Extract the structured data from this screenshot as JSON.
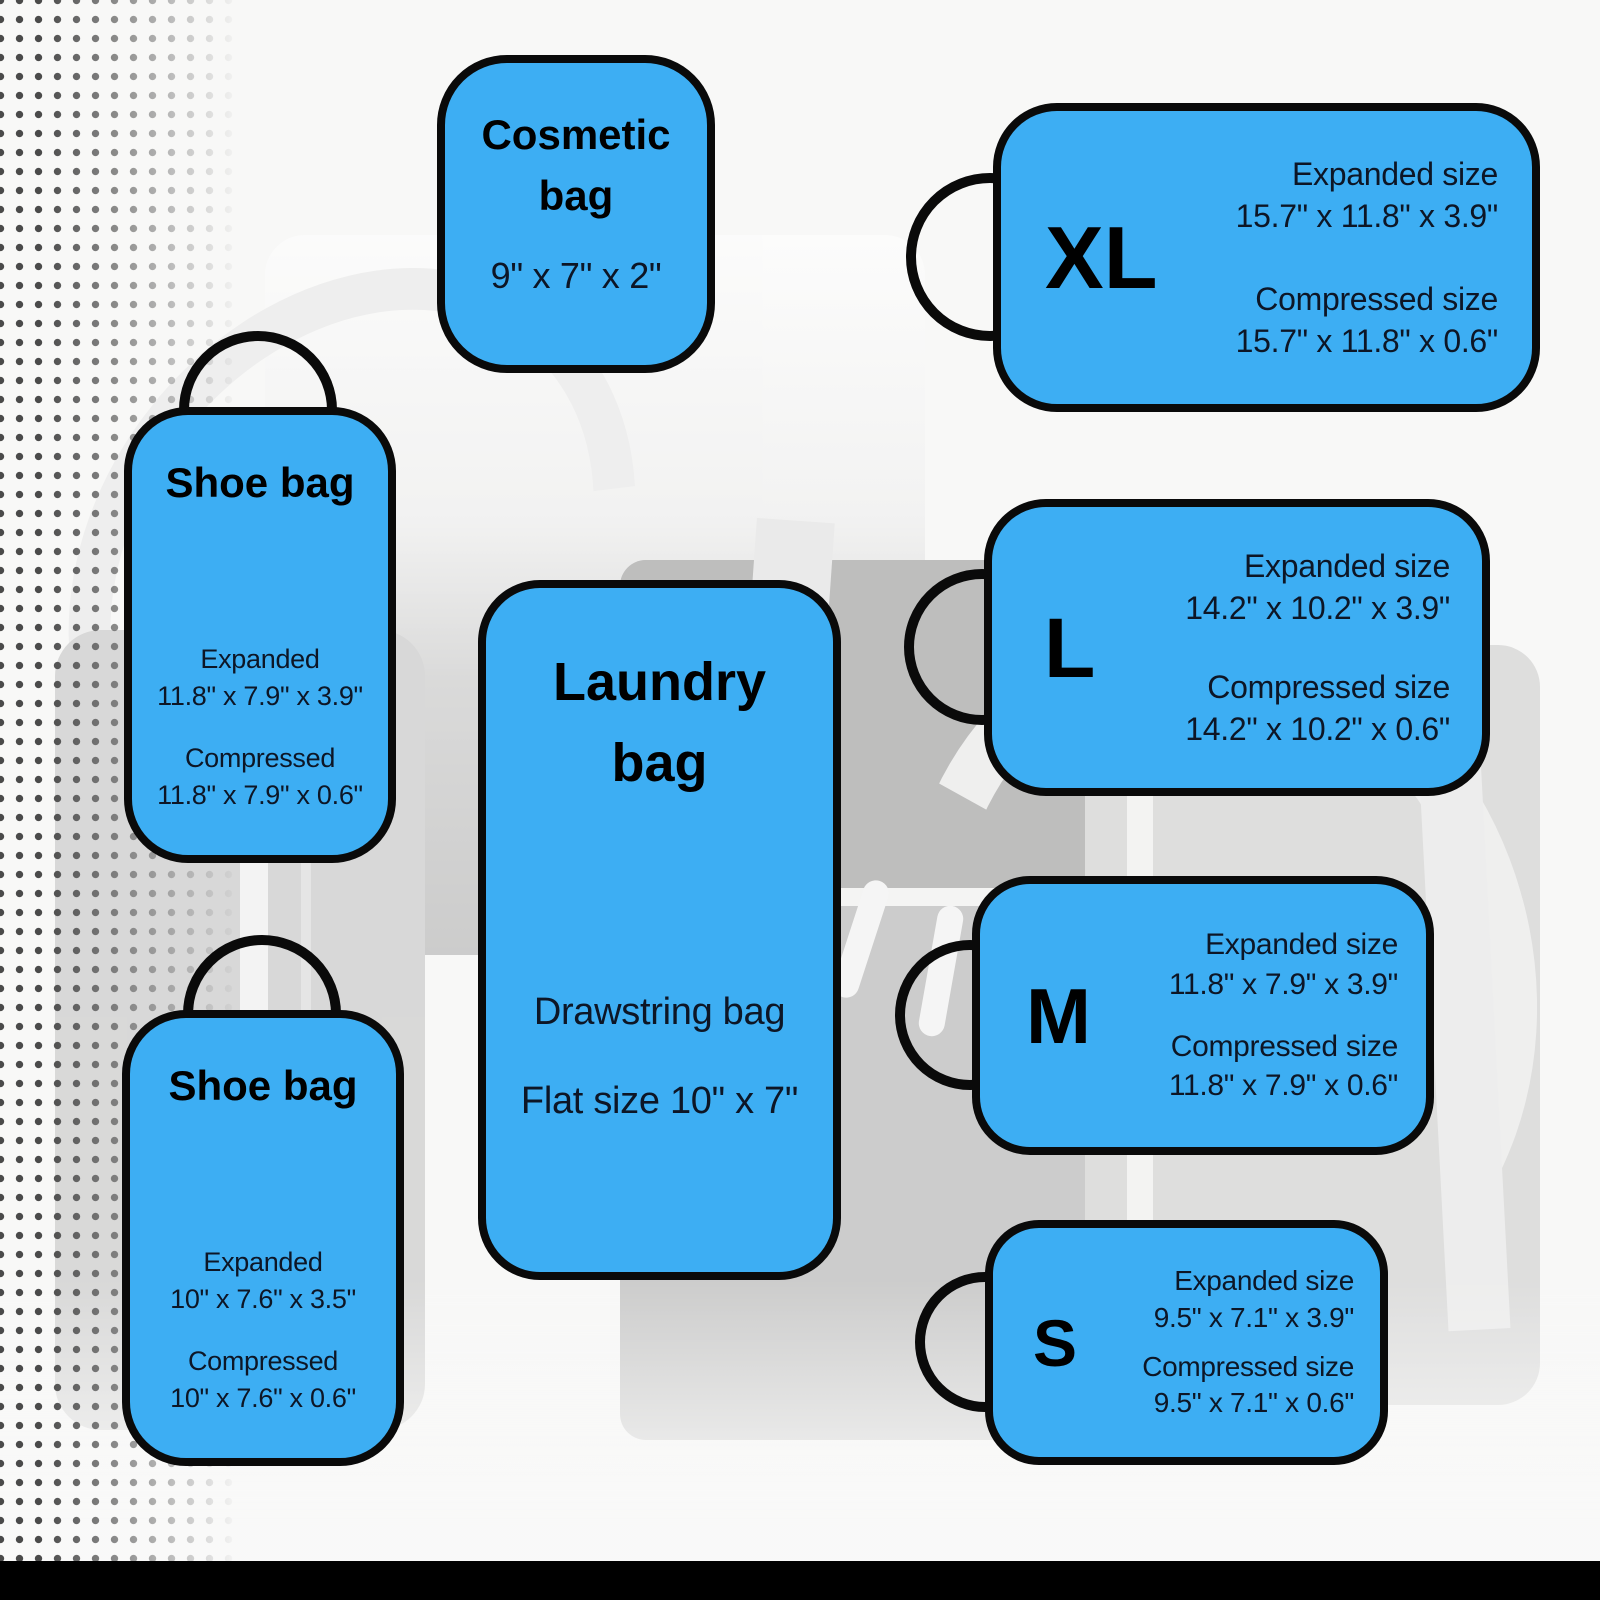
{
  "colors": {
    "accent_blue": "#3daef3",
    "tag_border": "#0a0a0a",
    "heading_text": "#000000",
    "body_text": "#0d1626",
    "background": "#f8f8f7",
    "bottom_bar": "#000000"
  },
  "tags": {
    "cosmetic": {
      "title_line1": "Cosmetic",
      "title_line2": "bag",
      "size": "9\" x 7\" x 2\""
    },
    "shoe_top": {
      "title": "Shoe bag",
      "expanded_label": "Expanded",
      "expanded_dims": "11.8\" x 7.9\" x 3.9\"",
      "compressed_label": "Compressed",
      "compressed_dims": "11.8\" x 7.9\" x 0.6\""
    },
    "shoe_bottom": {
      "title": "Shoe bag",
      "expanded_label": "Expanded",
      "expanded_dims": "10\" x 7.6\" x 3.5\"",
      "compressed_label": "Compressed",
      "compressed_dims": "10\" x 7.6\" x 0.6\""
    },
    "laundry": {
      "title_line1": "Laundry",
      "title_line2": "bag",
      "type_text": "Drawstring bag",
      "flat_size_text": "Flat size 10\" x 7\""
    },
    "xl": {
      "letter": "XL",
      "expanded_label": "Expanded size",
      "expanded_dims": "15.7\" x 11.8\" x 3.9\"",
      "compressed_label": "Compressed size",
      "compressed_dims": "15.7\" x 11.8\" x 0.6\""
    },
    "l": {
      "letter": "L",
      "expanded_label": "Expanded size",
      "expanded_dims": "14.2\" x 10.2\" x 3.9\"",
      "compressed_label": "Compressed size",
      "compressed_dims": "14.2\" x 10.2\" x 0.6\""
    },
    "m": {
      "letter": "M",
      "expanded_label": "Expanded size",
      "expanded_dims": "11.8\" x 7.9\" x 3.9\"",
      "compressed_label": "Compressed size",
      "compressed_dims": "11.8\" x 7.9\" x 0.6\""
    },
    "s": {
      "letter": "S",
      "expanded_label": "Expanded size",
      "expanded_dims": "9.5\" x 7.1\" x 3.9\"",
      "compressed_label": "Compressed size",
      "compressed_dims": "9.5\" x 7.1\" x 0.6\""
    }
  }
}
